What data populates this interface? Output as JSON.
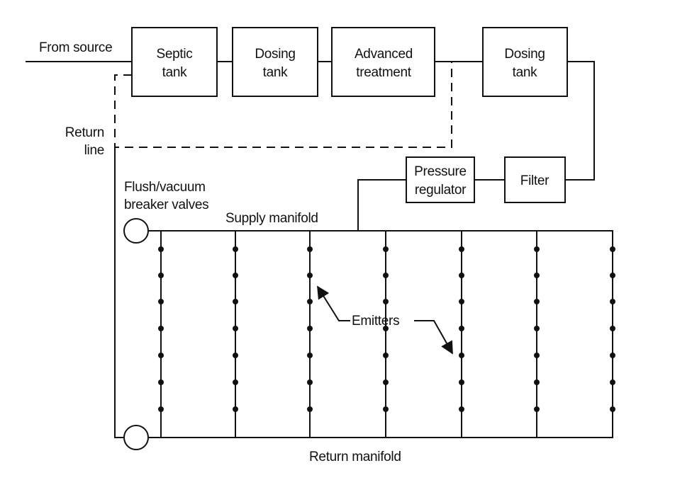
{
  "labels": {
    "from_source": "From source",
    "return_line_1": "Return",
    "return_line_2": "line",
    "flush_1": "Flush/vacuum",
    "flush_2": "breaker valves",
    "supply_manifold": "Supply manifold",
    "return_manifold": "Return manifold",
    "emitters": "Emitters"
  },
  "components": {
    "septic_tank": [
      "Septic",
      "tank"
    ],
    "dosing_tank_1": [
      "Dosing",
      "tank"
    ],
    "advanced_treatment": [
      "Advanced",
      "treatment"
    ],
    "dosing_tank_2": [
      "Dosing",
      "tank"
    ],
    "pressure_regulator": [
      "Pressure",
      "regulator"
    ],
    "filter": [
      "Filter"
    ]
  },
  "colors": {
    "line": "#111111",
    "background": "#ffffff"
  },
  "icons": {
    "valve": "circle-valve-icon",
    "emitter": "dot-emitter-icon",
    "arrow": "arrowhead-icon"
  }
}
